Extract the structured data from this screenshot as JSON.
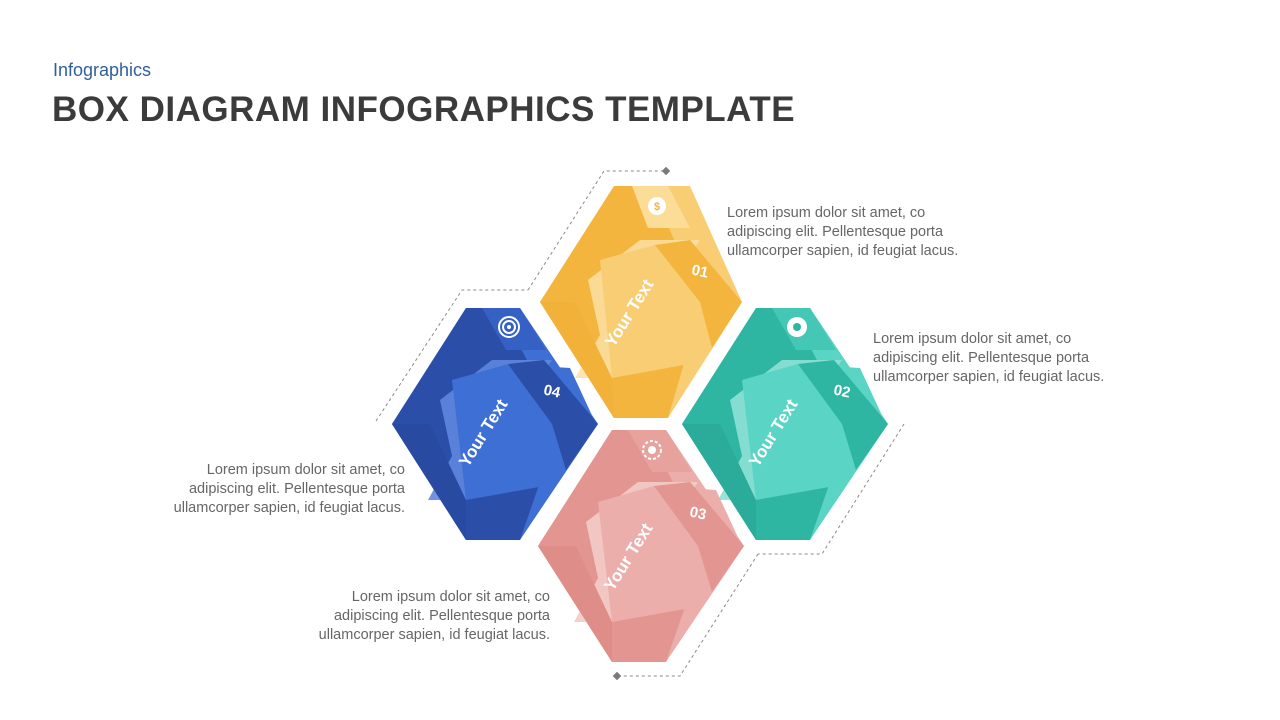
{
  "header": {
    "subtitle": "Infographics",
    "title": "BOX DIAGRAM INFOGRAPHICS TEMPLATE"
  },
  "boxes": [
    {
      "id": "01",
      "number": "01",
      "label": "Your Text",
      "icon": "dollar-coin-icon",
      "colors": {
        "light": "#f9cd73",
        "dark": "#f3b53e",
        "stripe": "#fbe1a6"
      }
    },
    {
      "id": "02",
      "number": "02",
      "label": "Your Text",
      "icon": "gear-icon",
      "colors": {
        "light": "#5ad4c4",
        "dark": "#2fb6a3",
        "stripe": "#8fe0d5"
      }
    },
    {
      "id": "03",
      "number": "03",
      "label": "Your Text",
      "icon": "settings-icon",
      "colors": {
        "light": "#ebaeab",
        "dark": "#e39591",
        "stripe": "#f3cbc8"
      }
    },
    {
      "id": "04",
      "number": "04",
      "label": "Your Text",
      "icon": "target-icon",
      "colors": {
        "light": "#3e6fd4",
        "dark": "#2b4fa8",
        "stripe": "#5f86de"
      }
    }
  ],
  "descriptions": {
    "d1": "Lorem ipsum dolor sit amet, co\nadipiscing elit. Pellentesque  porta\nullamcorper  sapien, id feugiat lacus.",
    "d2": "Lorem ipsum dolor sit amet, co\nadipiscing elit. Pellentesque  porta\nullamcorper  sapien, id feugiat lacus.",
    "d3": "Lorem ipsum dolor sit amet, co\nadipiscing elit. Pellentesque  porta\nullamcorper  sapien, id feugiat lacus.",
    "d4": "Lorem ipsum dolor sit amet, co\nadipiscing elit. Pellentesque  porta\nullamcorper  sapien, id feugiat lacus."
  },
  "colors": {
    "connector": "#8a8a8a",
    "title": "#3b3b3b",
    "subtitle": "#2f5f9a",
    "body_text": "#666666"
  }
}
